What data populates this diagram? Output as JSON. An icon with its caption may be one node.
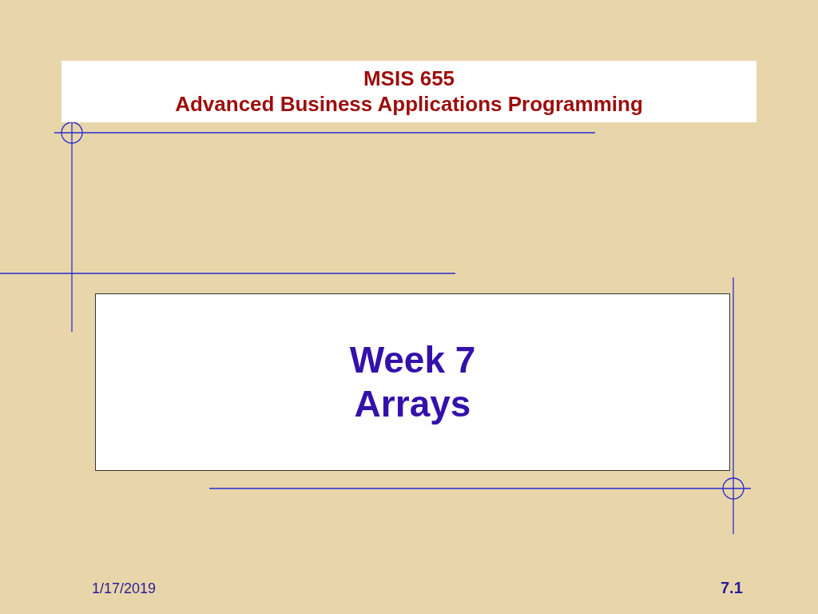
{
  "diagram": {
    "nodes": [
      {
        "text": [
          "MSIS 655",
          "Advanced Business Applications Programming"
        ]
      },
      {
        "text": [
          "Week 7",
          "Arrays"
        ]
      }
    ],
    "labels": [
      "1/17/2019",
      "7.1"
    ]
  }
}
